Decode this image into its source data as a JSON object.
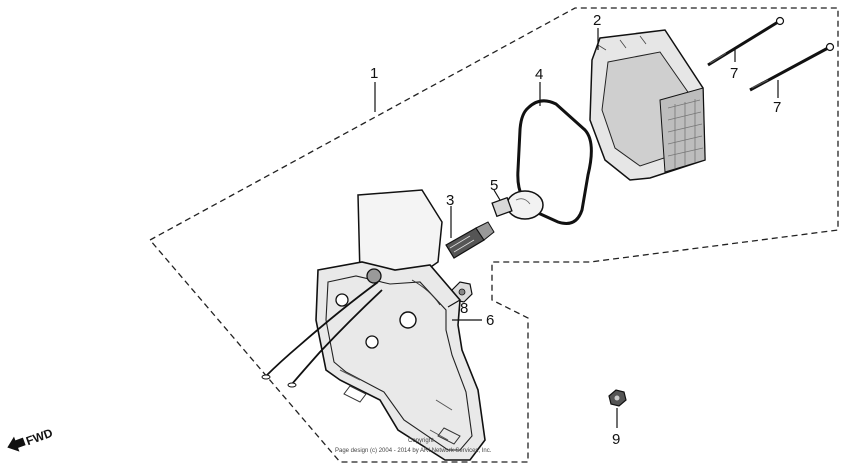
{
  "callouts": {
    "p1": "1",
    "p2": "2",
    "p3": "3",
    "p4": "4",
    "p5": "5",
    "p6": "6",
    "p7a": "7",
    "p7b": "7",
    "p8": "8",
    "p9": "9"
  },
  "direction_label": "FWD",
  "copyright": {
    "line1": "Copyright",
    "line2": "Page design (c) 2004 - 2014 by ARI Network Services, Inc."
  }
}
